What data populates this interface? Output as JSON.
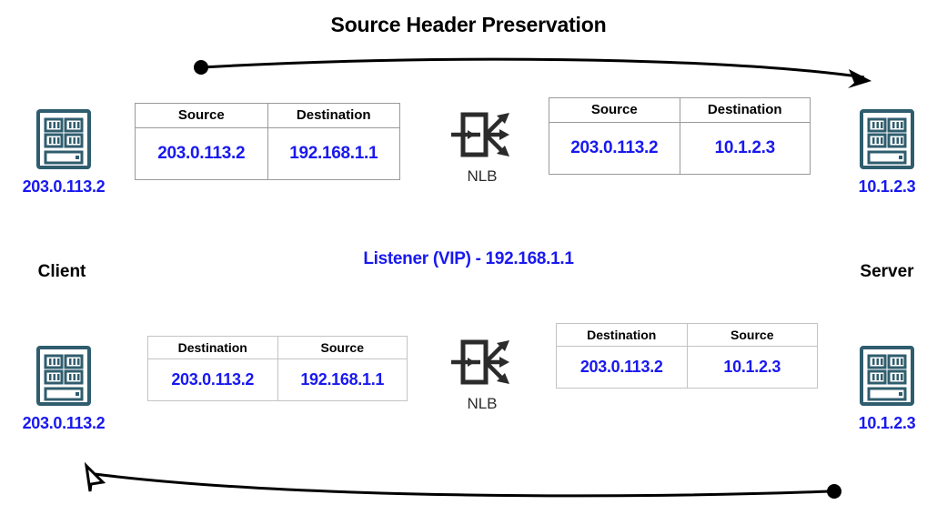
{
  "title": "Source Header Preservation",
  "labels": {
    "client": "Client",
    "server": "Server",
    "listener": "Listener (VIP) - 192.168.1.1",
    "nlb": "NLB"
  },
  "colors": {
    "value_blue": "#1919f0",
    "node_outline": "#2f5d6e",
    "table_border": "#9a9a9a",
    "table_border_light": "#c3c3c3",
    "arrow": "#000000",
    "text": "#000000"
  },
  "nodes": {
    "client_top": {
      "ip": "203.0.113.2",
      "icon": "server-rack-icon"
    },
    "server_top": {
      "ip": "10.1.2.3",
      "icon": "server-rack-icon"
    },
    "client_bottom": {
      "ip": "203.0.113.2",
      "icon": "server-rack-icon"
    },
    "server_bottom": {
      "ip": "10.1.2.3",
      "icon": "server-rack-icon"
    }
  },
  "tables": {
    "top_left": {
      "headers": [
        "Source",
        "Destination"
      ],
      "values": [
        "203.0.113.2",
        "192.168.1.1"
      ]
    },
    "top_right": {
      "headers": [
        "Source",
        "Destination"
      ],
      "values": [
        "203.0.113.2",
        "10.1.2.3"
      ]
    },
    "bottom_left": {
      "headers": [
        "Destination",
        "Source"
      ],
      "values": [
        "203.0.113.2",
        "192.168.1.1"
      ]
    },
    "bottom_right": {
      "headers": [
        "Destination",
        "Source"
      ],
      "values": [
        "203.0.113.2",
        "10.1.2.3"
      ]
    }
  },
  "flows": {
    "top": {
      "direction": "client-to-server",
      "start_marker": "dot",
      "end_marker": "filled-arrowhead"
    },
    "bottom": {
      "direction": "server-to-client",
      "start_marker": "dot",
      "end_marker": "hollow-arrowhead"
    }
  }
}
